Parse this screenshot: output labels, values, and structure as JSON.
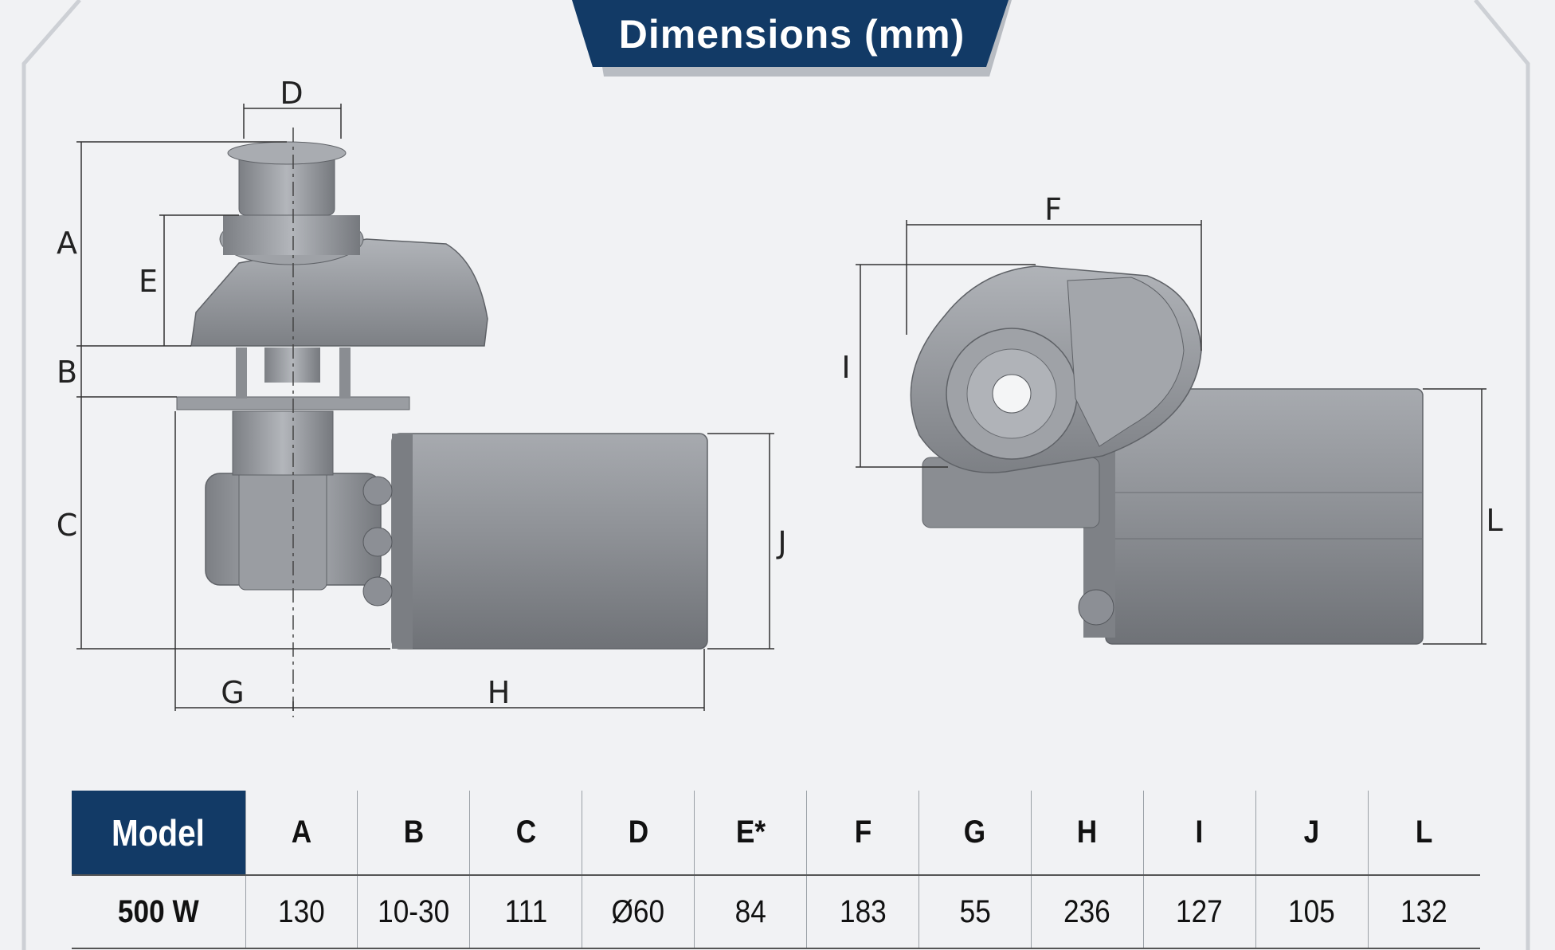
{
  "title": "Dimensions (mm)",
  "dimension_labels": {
    "A": "A",
    "B": "B",
    "C": "C",
    "D": "D",
    "E": "E",
    "G": "G",
    "H": "H",
    "J": "J",
    "F": "F",
    "I": "I",
    "L": "L"
  },
  "table": {
    "headers": [
      "Model",
      "A",
      "B",
      "C",
      "D",
      "E*",
      "F",
      "G",
      "H",
      "I",
      "J",
      "L"
    ],
    "rows": [
      [
        "500 W",
        "130",
        "10-30",
        "111",
        "Ø60",
        "84",
        "183",
        "55",
        "236",
        "127",
        "105",
        "132"
      ]
    ]
  },
  "colors": {
    "brand_navy": "#123a66",
    "frame_border": "#c9ccd1",
    "dimension_line": "#333333",
    "metal_body": "#8c8f95"
  }
}
